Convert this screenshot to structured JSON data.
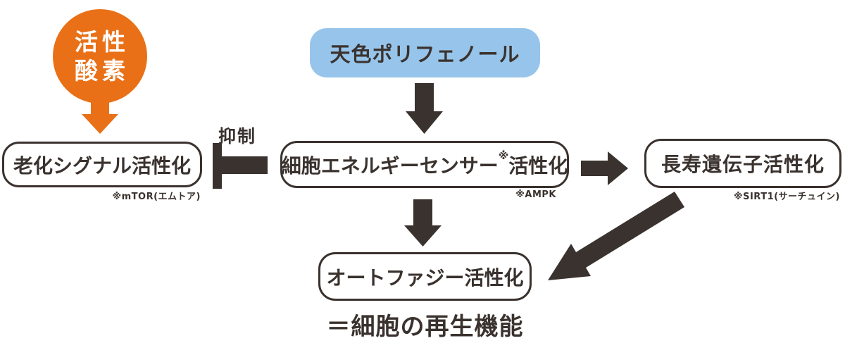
{
  "colors": {
    "accent_orange": "#e97016",
    "accent_blue": "#97c4ea",
    "ink": "#3a322e",
    "node_bg": "#ffffff",
    "page_bg": "#ffffff"
  },
  "nodes": {
    "trigger": {
      "line1": "活性",
      "line2": "酸素"
    },
    "source": {
      "label": "天色ポリフェノール"
    },
    "aging": {
      "label": "老化シグナル活性化",
      "footnote": "※mTOR(エムトア)"
    },
    "sensor": {
      "label_main": "細胞エネルギーセンサー",
      "sup": "※",
      "label_tail": "活性化",
      "footnote": "※AMPK"
    },
    "longevity": {
      "label": "長寿遺伝子活性化",
      "footnote": "※SIRT1(サーチュイン)"
    },
    "autophagy": {
      "label": "オートファジー活性化"
    }
  },
  "labels": {
    "inhibition": "抑制",
    "conclusion": "＝細胞の再生機能"
  },
  "icons": {
    "trigger_to_aging": "orange-down-arrow",
    "source_to_sensor": "down-arrow",
    "sensor_to_autophagy": "down-arrow",
    "sensor_to_longevity": "right-arrow",
    "longevity_to_autophagy": "diagonal-down-left-arrow",
    "sensor_to_aging": "t-bar-inhibition"
  }
}
